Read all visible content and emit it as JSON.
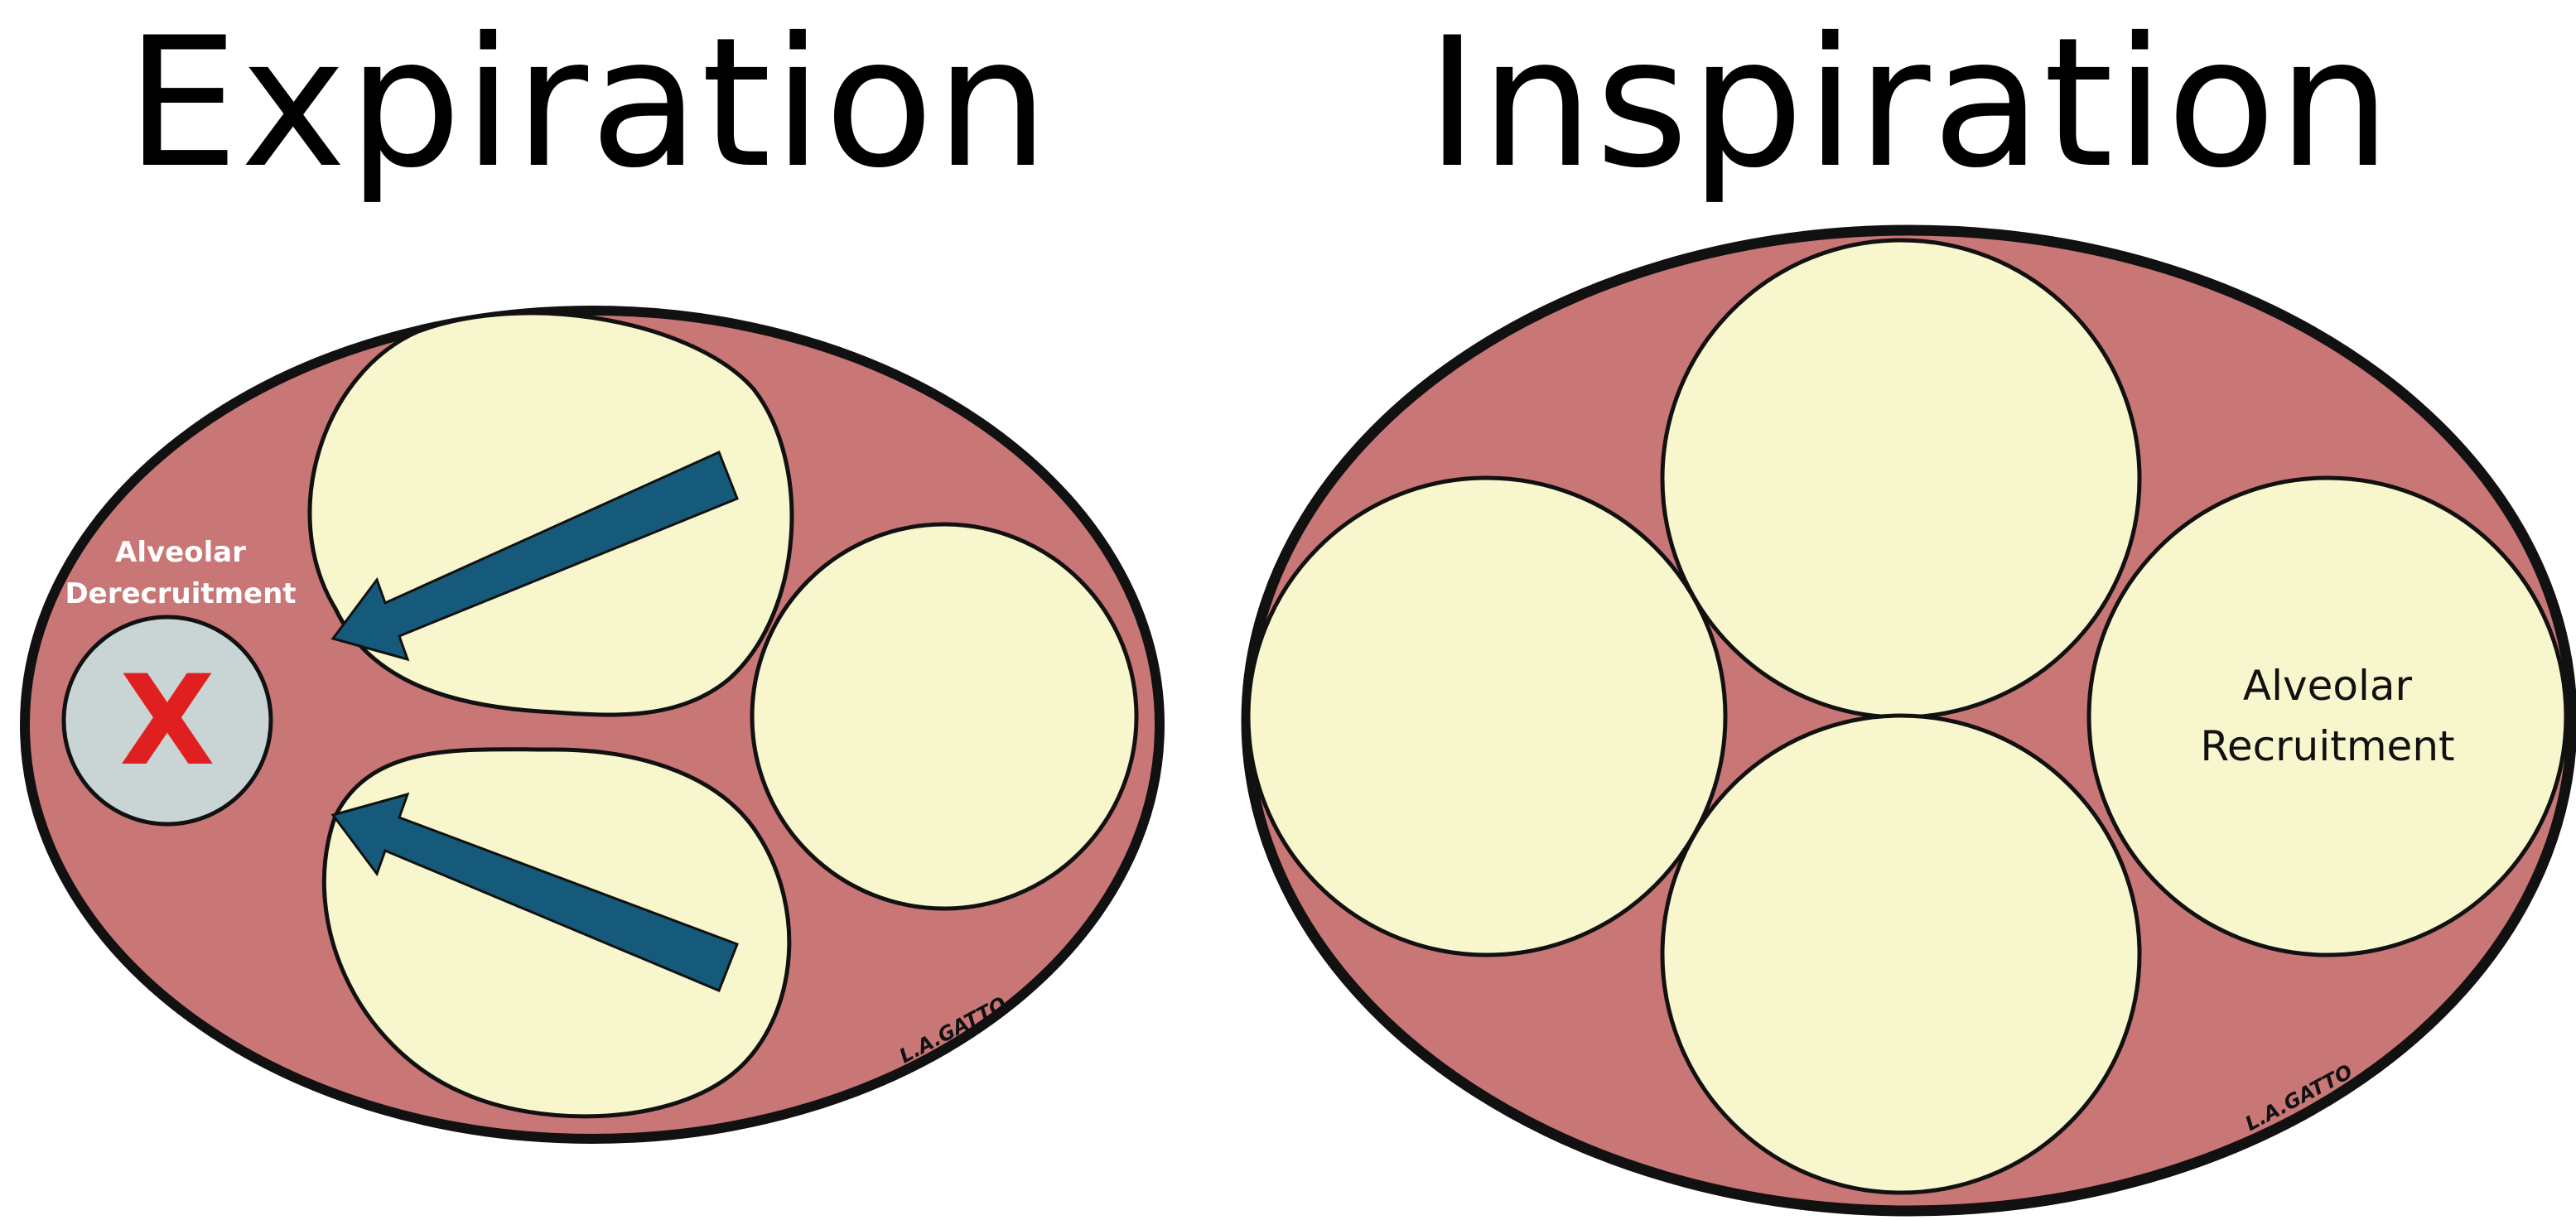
{
  "panels": {
    "left": {
      "title": "Expiration"
    },
    "right": {
      "title": "Inspiration"
    }
  },
  "labels": {
    "derecruitment_line1": "Alveolar",
    "derecruitment_line2": "Derecruitment",
    "recruitment_line1": "Alveolar",
    "recruitment_line2": "Recruitment",
    "collapsed_mark": "X",
    "signature_left": "L.A.GATTO",
    "signature_right": "L.A.GATTO"
  },
  "colors": {
    "tissue": "#c87676",
    "alveolus": "#f8f6cc",
    "outline": "#111111",
    "arrow": "#155a7a",
    "collapsed_alveolus": "#c9d4d4",
    "x_mark": "#e02020",
    "label_on_tissue": "#ffffff"
  }
}
